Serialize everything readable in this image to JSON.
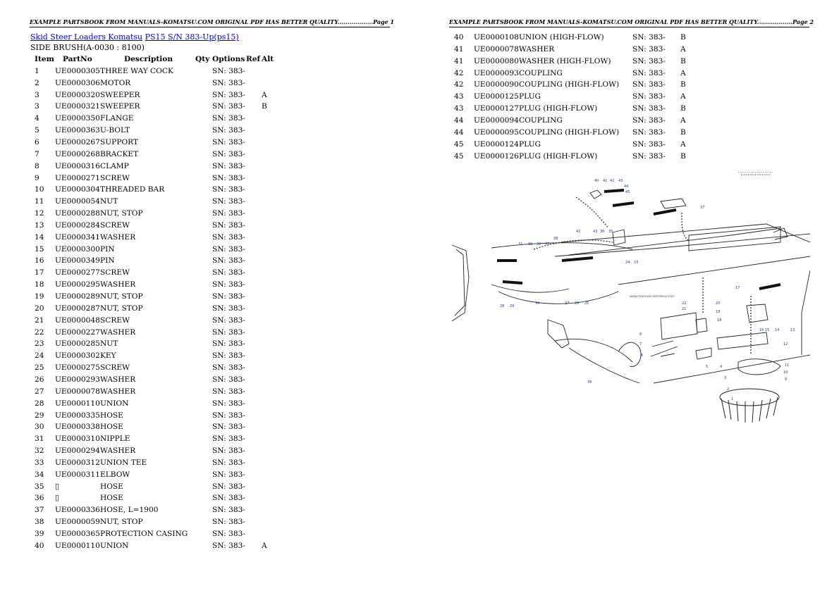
{
  "headers": {
    "page1": "EXAMPLE PARTSBOOK FROM MANUALS-KOMATSU.COM ORIGINAL PDF HAS BETTER QUALITY..................Page 1",
    "page2": "EXAMPLE PARTSBOOK FROM MANUALS-KOMATSU.COM ORIGINAL PDF HAS BETTER QUALITY..................Page 2"
  },
  "breadcrumb": {
    "link1": "Skid Steer Loaders Komatsu",
    "link2": "PS15 S/N 383-Up(ps15)"
  },
  "section_title": "SIDE BRUSH(A-0030 : 8100)",
  "columns": {
    "item": "Item",
    "partno": "PartNo",
    "description": "Description",
    "qty": "Qty",
    "options": "Options",
    "ref": "Ref",
    "alt": "Alt"
  },
  "rows_page1": [
    {
      "item": "1",
      "part": "UE0000305",
      "desc": "THREE WAY COCK",
      "sn": "SN: 383-",
      "alt": ""
    },
    {
      "item": "2",
      "part": "UE0000306",
      "desc": "MOTOR",
      "sn": "SN: 383-",
      "alt": ""
    },
    {
      "item": "3",
      "part": "UE0000320",
      "desc": "SWEEPER",
      "sn": "SN: 383-",
      "alt": "A"
    },
    {
      "item": "3",
      "part": "UE0000321",
      "desc": "SWEEPER",
      "sn": "SN: 383-",
      "alt": "B"
    },
    {
      "item": "4",
      "part": "UE0000350",
      "desc": "FLANGE",
      "sn": "SN: 383-",
      "alt": ""
    },
    {
      "item": "5",
      "part": "UE0000363",
      "desc": "U-BOLT",
      "sn": "SN: 383-",
      "alt": ""
    },
    {
      "item": "6",
      "part": "UE0000267",
      "desc": "SUPPORT",
      "sn": "SN: 383-",
      "alt": ""
    },
    {
      "item": "7",
      "part": "UE0000268",
      "desc": "BRACKET",
      "sn": "SN: 383-",
      "alt": ""
    },
    {
      "item": "8",
      "part": "UE0000316",
      "desc": "CLAMP",
      "sn": "SN: 383-",
      "alt": ""
    },
    {
      "item": "9",
      "part": "UE0000271",
      "desc": "SCREW",
      "sn": "SN: 383-",
      "alt": ""
    },
    {
      "item": "10",
      "part": "UE0000304",
      "desc": "THREADED BAR",
      "sn": "SN: 383-",
      "alt": ""
    },
    {
      "item": "11",
      "part": "UE0000054",
      "desc": "NUT",
      "sn": "SN: 383-",
      "alt": ""
    },
    {
      "item": "12",
      "part": "UE0000288",
      "desc": "NUT, STOP",
      "sn": "SN: 383-",
      "alt": ""
    },
    {
      "item": "13",
      "part": "UE0000284",
      "desc": "SCREW",
      "sn": "SN: 383-",
      "alt": ""
    },
    {
      "item": "14",
      "part": "UE0000341",
      "desc": "WASHER",
      "sn": "SN: 383-",
      "alt": ""
    },
    {
      "item": "15",
      "part": "UE0000300",
      "desc": "PIN",
      "sn": "SN: 383-",
      "alt": ""
    },
    {
      "item": "16",
      "part": "UE0000349",
      "desc": "PIN",
      "sn": "SN: 383-",
      "alt": ""
    },
    {
      "item": "17",
      "part": "UE0000277",
      "desc": "SCREW",
      "sn": "SN: 383-",
      "alt": ""
    },
    {
      "item": "18",
      "part": "UE0000295",
      "desc": "WASHER",
      "sn": "SN: 383-",
      "alt": ""
    },
    {
      "item": "19",
      "part": "UE0000289",
      "desc": "NUT, STOP",
      "sn": "SN: 383-",
      "alt": ""
    },
    {
      "item": "20",
      "part": "UE0000287",
      "desc": "NUT, STOP",
      "sn": "SN: 383-",
      "alt": ""
    },
    {
      "item": "21",
      "part": "UE0000048",
      "desc": "SCREW",
      "sn": "SN: 383-",
      "alt": ""
    },
    {
      "item": "22",
      "part": "UE0000227",
      "desc": "WASHER",
      "sn": "SN: 383-",
      "alt": ""
    },
    {
      "item": "23",
      "part": "UE0000285",
      "desc": "NUT",
      "sn": "SN: 383-",
      "alt": ""
    },
    {
      "item": "24",
      "part": "UE0000302",
      "desc": "KEY",
      "sn": "SN: 383-",
      "alt": ""
    },
    {
      "item": "25",
      "part": "UE0000275",
      "desc": "SCREW",
      "sn": "SN: 383-",
      "alt": ""
    },
    {
      "item": "26",
      "part": "UE0000293",
      "desc": "WASHER",
      "sn": "SN: 383-",
      "alt": ""
    },
    {
      "item": "27",
      "part": "UE0000078",
      "desc": "WASHER",
      "sn": "SN: 383-",
      "alt": ""
    },
    {
      "item": "28",
      "part": "UE0000110",
      "desc": "UNION",
      "sn": "SN: 383-",
      "alt": ""
    },
    {
      "item": "29",
      "part": "UE0000335",
      "desc": "HOSE",
      "sn": "SN: 383-",
      "alt": ""
    },
    {
      "item": "30",
      "part": "UE0000338",
      "desc": "HOSE",
      "sn": "SN: 383-",
      "alt": ""
    },
    {
      "item": "31",
      "part": "UE0000310",
      "desc": "NIPPLE",
      "sn": "SN: 383-",
      "alt": ""
    },
    {
      "item": "32",
      "part": "UE0000294",
      "desc": "WASHER",
      "sn": "SN: 383-",
      "alt": ""
    },
    {
      "item": "33",
      "part": "UE0000312",
      "desc": "UNION TEE",
      "sn": "SN: 383-",
      "alt": ""
    },
    {
      "item": "34",
      "part": "UE0000311",
      "desc": "ELBOW",
      "sn": "SN: 383-",
      "alt": ""
    },
    {
      "item": "35",
      "part": "▯",
      "desc": "HOSE",
      "sn": "SN: 383-",
      "alt": ""
    },
    {
      "item": "36",
      "part": "▯",
      "desc": "HOSE",
      "sn": "SN: 383-",
      "alt": ""
    },
    {
      "item": "37",
      "part": "UE0000336",
      "desc": "HOSE, L=1900",
      "sn": "SN: 383-",
      "alt": ""
    },
    {
      "item": "38",
      "part": "UE0000059",
      "desc": "NUT, STOP",
      "sn": "SN: 383-",
      "alt": ""
    },
    {
      "item": "39",
      "part": "UE0000365",
      "desc": "PROTECTION CASING",
      "sn": "SN: 383-",
      "alt": ""
    },
    {
      "item": "40",
      "part": "UE0000110",
      "desc": "UNION",
      "sn": "SN: 383-",
      "alt": "A"
    }
  ],
  "rows_page2": [
    {
      "item": "40",
      "part": "UE0000108",
      "desc": "UNION (HIGH-FLOW)",
      "sn": "SN: 383-",
      "alt": "B"
    },
    {
      "item": "41",
      "part": "UE0000078",
      "desc": "WASHER",
      "sn": "SN: 383-",
      "alt": "A"
    },
    {
      "item": "41",
      "part": "UE0000080",
      "desc": "WASHER (HIGH-FLOW)",
      "sn": "SN: 383-",
      "alt": "B"
    },
    {
      "item": "42",
      "part": "UE0000093",
      "desc": "COUPLING",
      "sn": "SN: 383-",
      "alt": "A"
    },
    {
      "item": "42",
      "part": "UE0000090",
      "desc": "COUPLING (HIGH-FLOW)",
      "sn": "SN: 383-",
      "alt": "B"
    },
    {
      "item": "43",
      "part": "UE0000125",
      "desc": "PLUG",
      "sn": "SN: 383-",
      "alt": "A"
    },
    {
      "item": "43",
      "part": "UE0000127",
      "desc": "PLUG (HIGH-FLOW)",
      "sn": "SN: 383-",
      "alt": "B"
    },
    {
      "item": "44",
      "part": "UE0000094",
      "desc": "COUPLING",
      "sn": "SN: 383-",
      "alt": "A"
    },
    {
      "item": "44",
      "part": "UE0000095",
      "desc": "COUPLING (HIGH-FLOW)",
      "sn": "SN: 383-",
      "alt": "B"
    },
    {
      "item": "45",
      "part": "UE0000124",
      "desc": "PLUG",
      "sn": "SN: 383-",
      "alt": "A"
    },
    {
      "item": "45",
      "part": "UE0000126",
      "desc": "PLUG (HIGH-FLOW)",
      "sn": "SN: 383-",
      "alt": "B"
    }
  ],
  "diagram": {
    "callouts": [
      "40",
      "41",
      "42",
      "43",
      "44",
      "45",
      "37",
      "42",
      "43",
      "36",
      "35",
      "31",
      "30",
      "32",
      "33",
      "28",
      "29",
      "34",
      "27",
      "26",
      "25",
      "24",
      "23",
      "22",
      "21",
      "20",
      "19",
      "18",
      "17",
      "16",
      "15",
      "14",
      "13",
      "12",
      "11",
      "10",
      "9",
      "8",
      "7",
      "6",
      "5",
      "4",
      "3",
      "2",
      "1",
      "39",
      "38"
    ],
    "watermark": "www.manuals-komatsu.com"
  },
  "colors": {
    "link": "#0000ee",
    "diagram_callout": "#1a3a9a"
  }
}
